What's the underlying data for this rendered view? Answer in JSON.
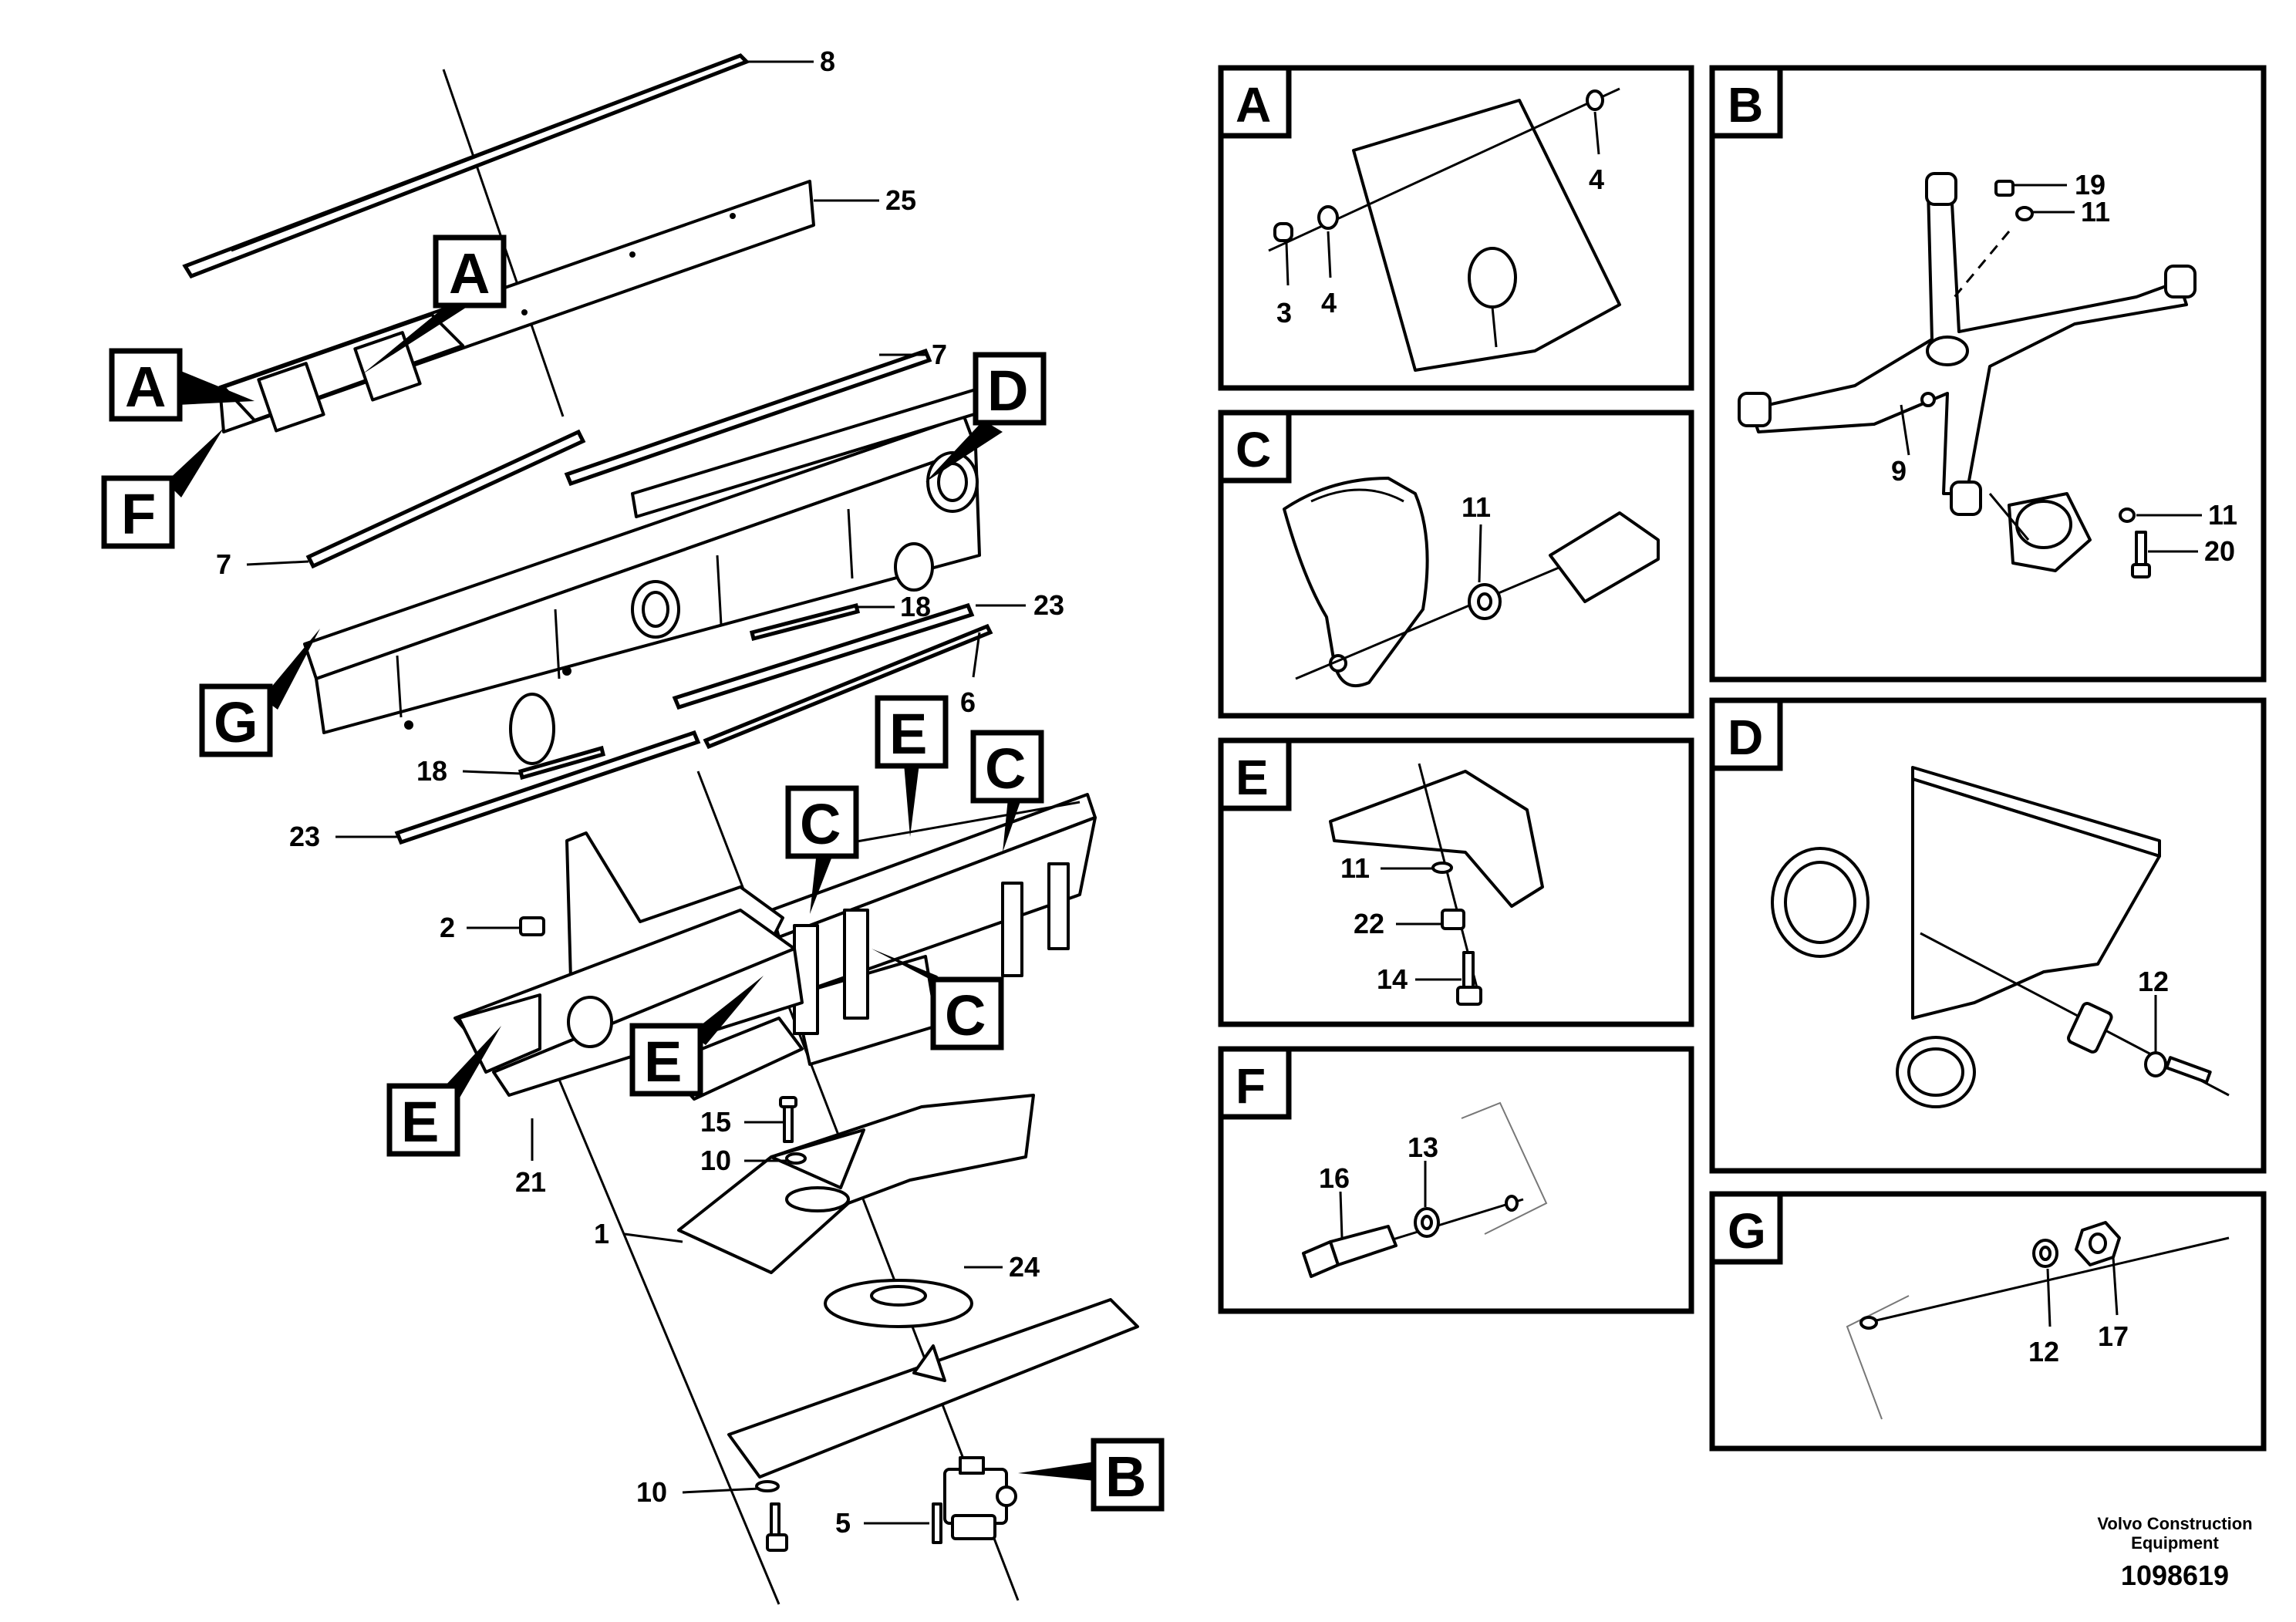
{
  "main_labels": {
    "n8": "8",
    "n25": "25",
    "n7a": "7",
    "n7b": "7",
    "n18a": "18",
    "n23a": "23",
    "n6": "6",
    "n18b": "18",
    "n23b": "23",
    "n2": "2",
    "n21": "21",
    "n15": "15",
    "n10a": "10",
    "n1": "1",
    "n24": "24",
    "n10b": "10",
    "n5": "5"
  },
  "callouts": {
    "A1": "A",
    "A2": "A",
    "F": "F",
    "D": "D",
    "G": "G",
    "E1": "E",
    "E2": "E",
    "E3": "E",
    "C1": "C",
    "C2": "C",
    "C3": "C",
    "B": "B"
  },
  "detail_panels": {
    "A": {
      "title": "A",
      "labels": [
        "4",
        "3",
        "4"
      ]
    },
    "B": {
      "title": "B",
      "labels": [
        "19",
        "11",
        "9",
        "11",
        "20"
      ]
    },
    "C": {
      "title": "C",
      "labels": [
        "11"
      ]
    },
    "D": {
      "title": "D",
      "labels": [
        "12"
      ]
    },
    "E": {
      "title": "E",
      "labels": [
        "11",
        "22",
        "14"
      ]
    },
    "F": {
      "title": "F",
      "labels": [
        "16",
        "13"
      ]
    },
    "G": {
      "title": "G",
      "labels": [
        "12",
        "17"
      ]
    }
  },
  "footer": {
    "brand_line1": "Volvo Construction",
    "brand_line2": "Equipment",
    "doc_number": "1098619"
  }
}
